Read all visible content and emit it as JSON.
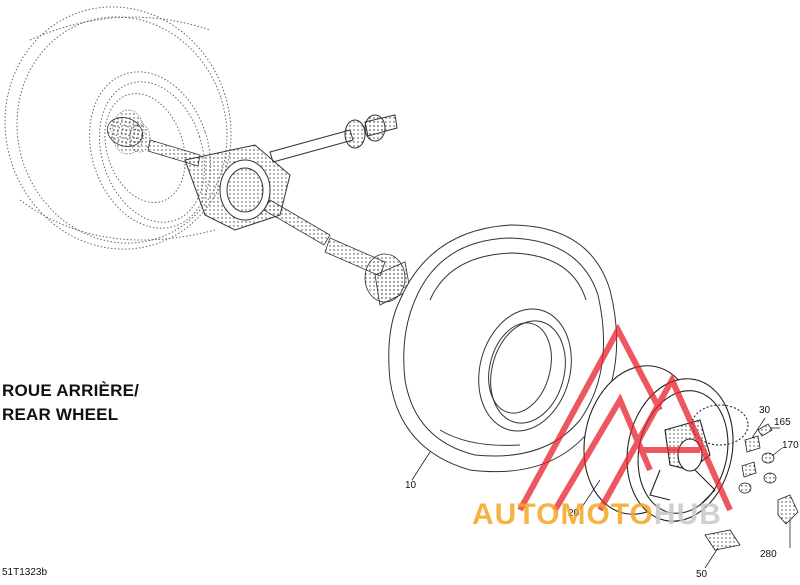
{
  "diagram": {
    "title_line1": "ROUE ARRIÈRE/",
    "title_line2": "REAR WHEEL",
    "document_number": "51T1323b"
  },
  "callouts": [
    {
      "id": "10",
      "label": "10"
    },
    {
      "id": "20",
      "label": "20"
    },
    {
      "id": "30",
      "label": "30"
    },
    {
      "id": "165",
      "label": "165"
    },
    {
      "id": "170",
      "label": "170"
    },
    {
      "id": "280",
      "label": "280"
    },
    {
      "id": "50",
      "label": "50"
    }
  ],
  "watermark": {
    "text_a": "AUTOMOTO",
    "text_b": "HUB",
    "color": "#e8202a",
    "text_color_a": "#f5a623",
    "text_color_b": "#c8c8c8"
  },
  "colors": {
    "line": "#333333",
    "dotted": "#666666"
  }
}
